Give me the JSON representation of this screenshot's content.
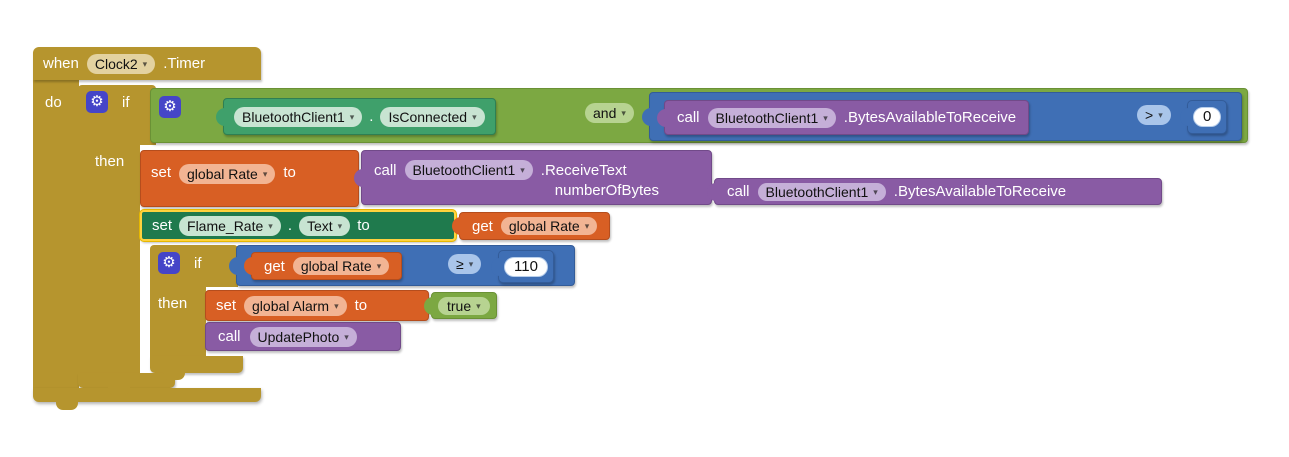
{
  "icons": {
    "dropdown_arrow": "▾",
    "gear": "⚙"
  },
  "colors": {
    "control_gold": "#b6952e",
    "logic_green": "#7ca842",
    "component_getter_green": "#3fa06b",
    "component_setter_green": "#1f7a4d",
    "math_blue": "#3f6fb5",
    "procedure_purple": "#895ba4",
    "variable_orange": "#d85f24",
    "selection_highlight": "#ffd23e"
  },
  "when_block": {
    "keyword": "when",
    "component": "Clock2",
    "event": ".Timer",
    "do_label": "do"
  },
  "outer_if": {
    "if_label": "if",
    "then_label": "then"
  },
  "condition": {
    "is_connected": {
      "component": "BluetoothClient1",
      "separator": ".",
      "property": "IsConnected"
    },
    "operator": "and",
    "bytes_check": {
      "call_label": "call",
      "component": "BluetoothClient1",
      "method": ".BytesAvailableToReceive",
      "operator": ">",
      "value": "0"
    }
  },
  "set_rate": {
    "set_label": "set",
    "variable": "global Rate",
    "to_label": "to"
  },
  "receive_text": {
    "call_label": "call",
    "component": "BluetoothClient1",
    "method": ".ReceiveText",
    "param_label": "numberOfBytes"
  },
  "bytes_available": {
    "call_label": "call",
    "component": "BluetoothClient1",
    "method": ".BytesAvailableToReceive"
  },
  "set_flame": {
    "set_label": "set",
    "component": "Flame_Rate",
    "separator": ".",
    "property": "Text",
    "to_label": "to"
  },
  "get_rate": {
    "get_label": "get",
    "variable": "global Rate"
  },
  "inner_if": {
    "if_label": "if",
    "then_label": "then",
    "get_label": "get",
    "variable": "global Rate",
    "operator": "≥",
    "value": "110"
  },
  "set_alarm": {
    "set_label": "set",
    "variable": "global Alarm",
    "to_label": "to"
  },
  "true_block": {
    "value": "true"
  },
  "update_photo": {
    "call_label": "call",
    "procedure": "UpdatePhoto"
  }
}
